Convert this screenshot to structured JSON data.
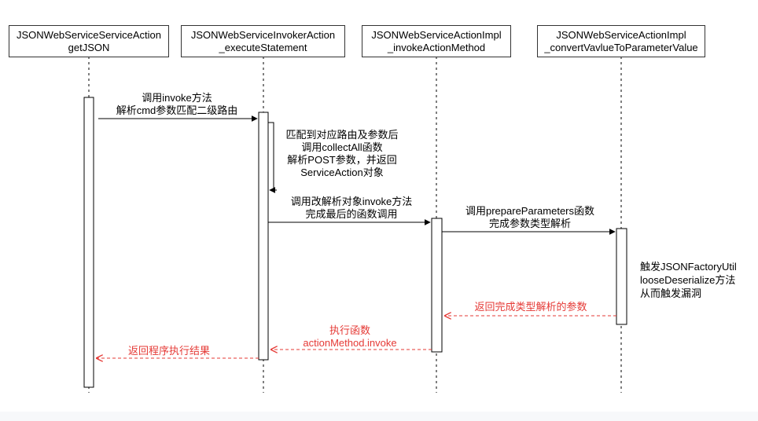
{
  "diagram": {
    "lifelines": [
      {
        "id": "ws_action",
        "line1": "JSONWebServiceServiceAction",
        "line2": "getJSON"
      },
      {
        "id": "invoker",
        "line1": "JSONWebServiceInvokerAction",
        "line2": "_executeStatement"
      },
      {
        "id": "action_impl",
        "line1": "JSONWebServiceActionImpl",
        "line2": "_invokeActionMethod"
      },
      {
        "id": "action_impl_convert",
        "line1": "JSONWebServiceActionImpl",
        "line2": "_convertVavlueToParameterValue"
      }
    ],
    "messages": [
      {
        "id": "m1",
        "line1": "调用invoke方法",
        "line2": "解析cmd参数匹配二级路由"
      },
      {
        "id": "m2",
        "line1": "匹配到对应路由及参数后",
        "line2": "调用collectAll函数",
        "line3": "解析POST参数，并返回",
        "line4": "ServiceAction对象"
      },
      {
        "id": "m3",
        "line1": "调用改解析对象invoke方法",
        "line2": "完成最后的函数调用"
      },
      {
        "id": "m4",
        "line1": "调用prepareParameters函数",
        "line2": "完成参数类型解析"
      },
      {
        "id": "m5",
        "line1": "返回完成类型解析的参数"
      },
      {
        "id": "m6",
        "line1": "执行函数",
        "line2": "actionMethod.invoke"
      },
      {
        "id": "m7",
        "line1": "返回程序执行结果"
      }
    ],
    "note": {
      "line1": "触发JSONFactoryUtil",
      "line2": "looseDeserialize方法",
      "line3": "从而触发漏洞"
    },
    "colors": {
      "line": "#000000",
      "return": "#e53935",
      "box_border": "#333333",
      "bg": "#ffffff"
    }
  }
}
